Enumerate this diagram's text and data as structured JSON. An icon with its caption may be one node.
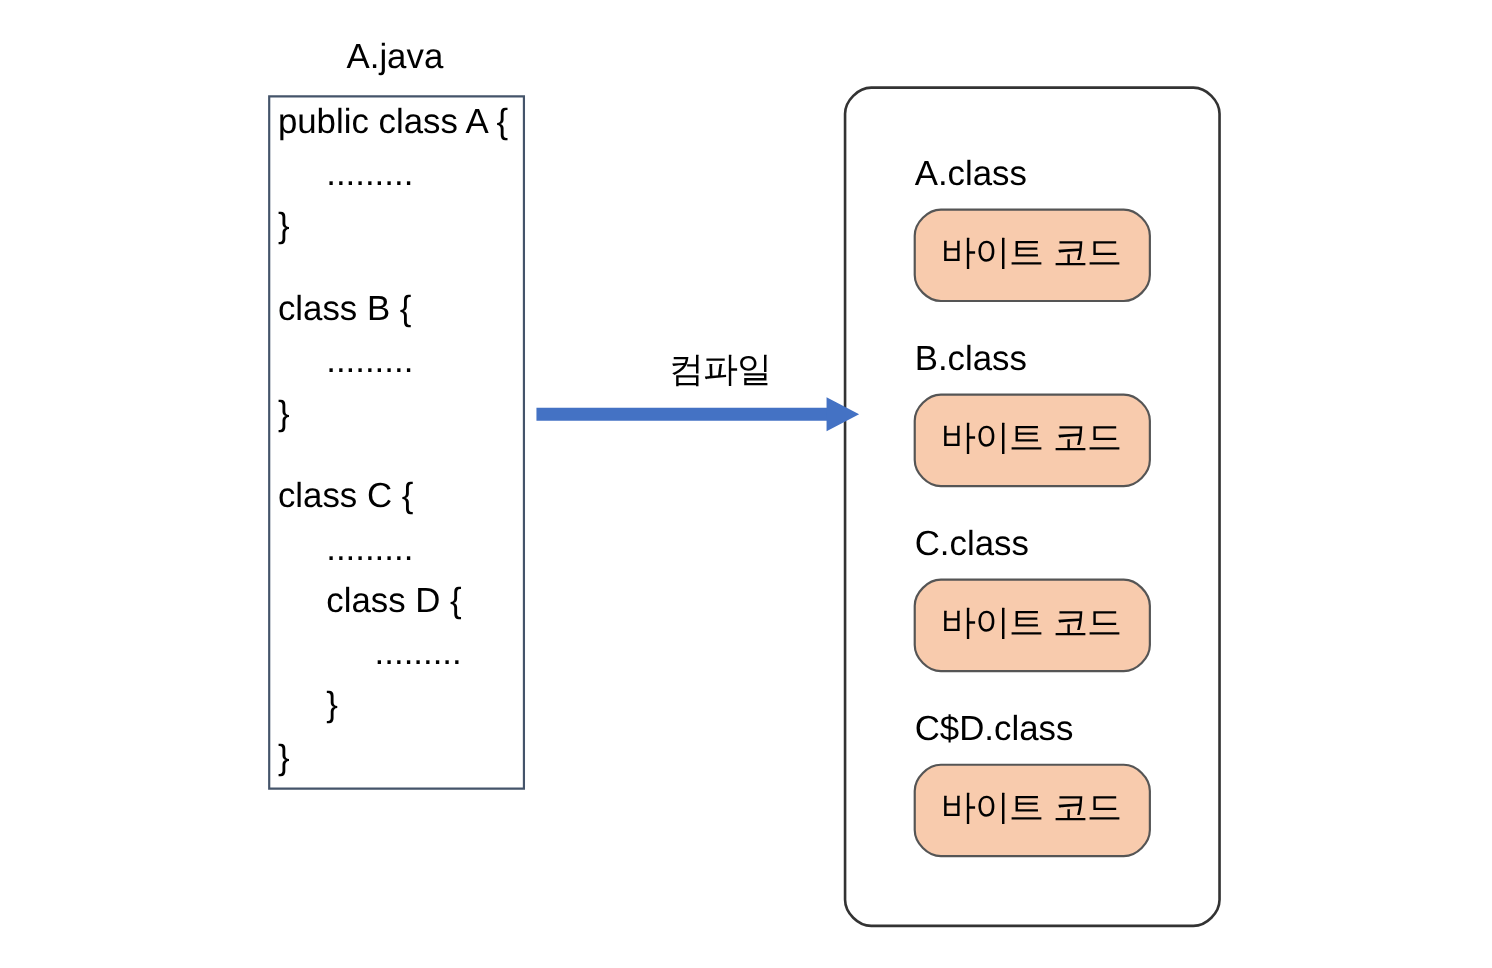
{
  "diagram": {
    "nodes": [
      {
        "text": [
          "A.java",
          "public class A {",
          ".........",
          "}",
          "class B {",
          ".........",
          "}",
          "class C {",
          ".........",
          "class D {",
          ".........",
          "}",
          "}"
        ]
      },
      {
        "text": [],
        "shape": "ellipse"
      },
      {
        "text": [
          "A.class",
          "바이트 코드"
        ],
        "in": 1
      },
      {
        "text": [
          "B.class",
          "바이트 코드"
        ],
        "in": 1
      },
      {
        "text": [
          "C.class",
          "바이트 코드"
        ],
        "in": 1
      },
      {
        "text": [
          "C$D.class",
          "바이트 코드"
        ],
        "in": 1
      }
    ],
    "edges": [
      {
        "from": 0,
        "to": 1,
        "arrow": "to",
        "label": "컴파일",
        "color": "#4472c4"
      }
    ]
  }
}
